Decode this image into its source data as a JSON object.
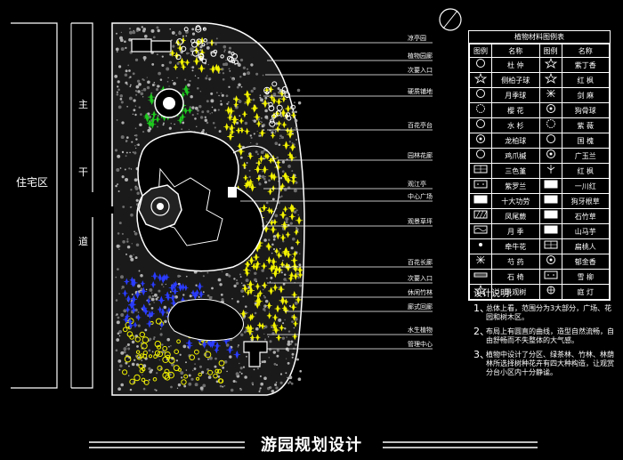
{
  "left_labels": {
    "residential": "住宅区",
    "road_chars": [
      "主",
      "干",
      "道"
    ]
  },
  "callouts": [
    "凉亭园",
    "植物园廊",
    "次要入口",
    "硬质铺地",
    "百花亭台",
    "园林花廊",
    "观江亭",
    "中心广场",
    "观景草坪",
    "百花长廊",
    "次要入口",
    "休闲竹林",
    "廊式回廊",
    "水生植物",
    "管理中心"
  ],
  "legend": {
    "title": "植物材料图例表",
    "headers": [
      "图例",
      "名称",
      "图例",
      "名称"
    ],
    "rows": [
      [
        "杜 仲",
        "紫丁香"
      ],
      [
        "侧柏子球",
        "红 枫"
      ],
      [
        "月季球",
        "剑 麻"
      ],
      [
        "樱 花",
        "狗骨球"
      ],
      [
        "水 杉",
        "紫 薇"
      ],
      [
        "龙柏球",
        "国 槐"
      ],
      [
        "鸡爪槭",
        "广玉兰"
      ],
      [
        "三色堇",
        "红 枫"
      ],
      [
        "紫罗兰",
        "一川红"
      ],
      [
        "十大功劳",
        "狗牙根草"
      ],
      [
        "凤尾蕨",
        "石竹草"
      ],
      [
        "月 季",
        "山马芋"
      ],
      [
        "牵牛花",
        "扁桃人"
      ],
      [
        "芍 药",
        "郁金香"
      ],
      [
        "石 椅",
        "雪 柳"
      ],
      [
        "景观树",
        "庭 灯"
      ]
    ]
  },
  "notes": {
    "heading": "设计说明:",
    "items": [
      {
        "num": "1、",
        "text": "总体上看，范围分为3大部分，广场、花园和树木区。"
      },
      {
        "num": "2、",
        "text": "布局上有圆直的曲线，造型自然流畅，自由舒畅而不失整体的大气感。"
      },
      {
        "num": "3、",
        "text": "植物中设计了分区、绿茶林、竹林、林荫林所选择树种花卉有四大种构造，让观赏分台小区内十分静谧。"
      }
    ]
  },
  "title": "游园规划设计",
  "colors": {
    "yellow": "#f2f200",
    "green": "#1ec81e",
    "blue": "#2a3cff",
    "white": "#ffffff",
    "gray": "#b0b0b0"
  }
}
